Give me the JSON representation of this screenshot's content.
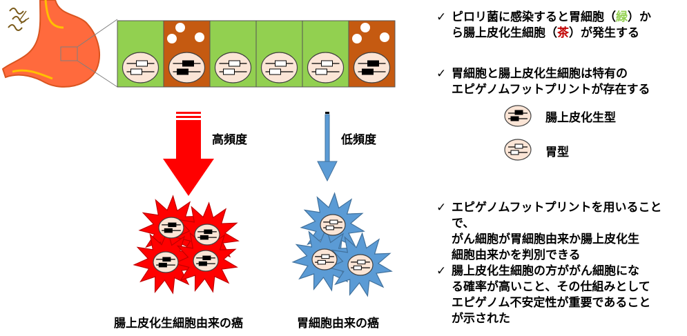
{
  "labels": {
    "high_frequency": "高頻度",
    "low_frequency": "低頻度",
    "cancer_intestinal": "腸上皮化生細胞由来の癌",
    "cancer_gastric": "胃細胞由来の癌"
  },
  "bullets": [
    {
      "check": "✓",
      "line1_a": "ピロリ菌に感染すると胃細胞（",
      "line1_green": "緑",
      "line1_b": "）か",
      "line2_a": "ら腸上皮化生細胞（",
      "line2_brown": "茶",
      "line2_b": "）が発生する"
    },
    {
      "check": "✓",
      "line1": "胃細胞と腸上皮化生細胞は特有の",
      "line2": "エピゲノムフットプリントが存在する"
    },
    {
      "check": "✓",
      "line1": "エピゲノムフットプリントを用いることで、",
      "line2": "がん細胞が胃細胞由来か腸上皮化生",
      "line3": "細胞由来かを判別できる"
    },
    {
      "check": "✓",
      "line1": "腸上皮化生細胞の方ががん細胞にな",
      "line2": "る確率が高いこと、その仕組みとして",
      "line3": "エピゲノム不安定性が重要であること",
      "line4": "が示された"
    }
  ],
  "legend": [
    {
      "label": "腸上皮化生型",
      "icon": "intestinal-footprint-icon"
    },
    {
      "label": "胃型",
      "icon": "gastric-footprint-icon"
    }
  ],
  "colors": {
    "gastric_cell": "#92d050",
    "intestinal_cell": "#c55a11",
    "stomach": "#ff6a3d",
    "high_arrow": "#ff0000",
    "low_arrow": "#5b9bd5",
    "green_text": "#92d050",
    "brown_text": "#c00000",
    "nucleus": "#fbe5d6"
  },
  "cell_row": [
    "gastric",
    "intestinal",
    "gastric",
    "gastric",
    "gastric",
    "intestinal"
  ]
}
